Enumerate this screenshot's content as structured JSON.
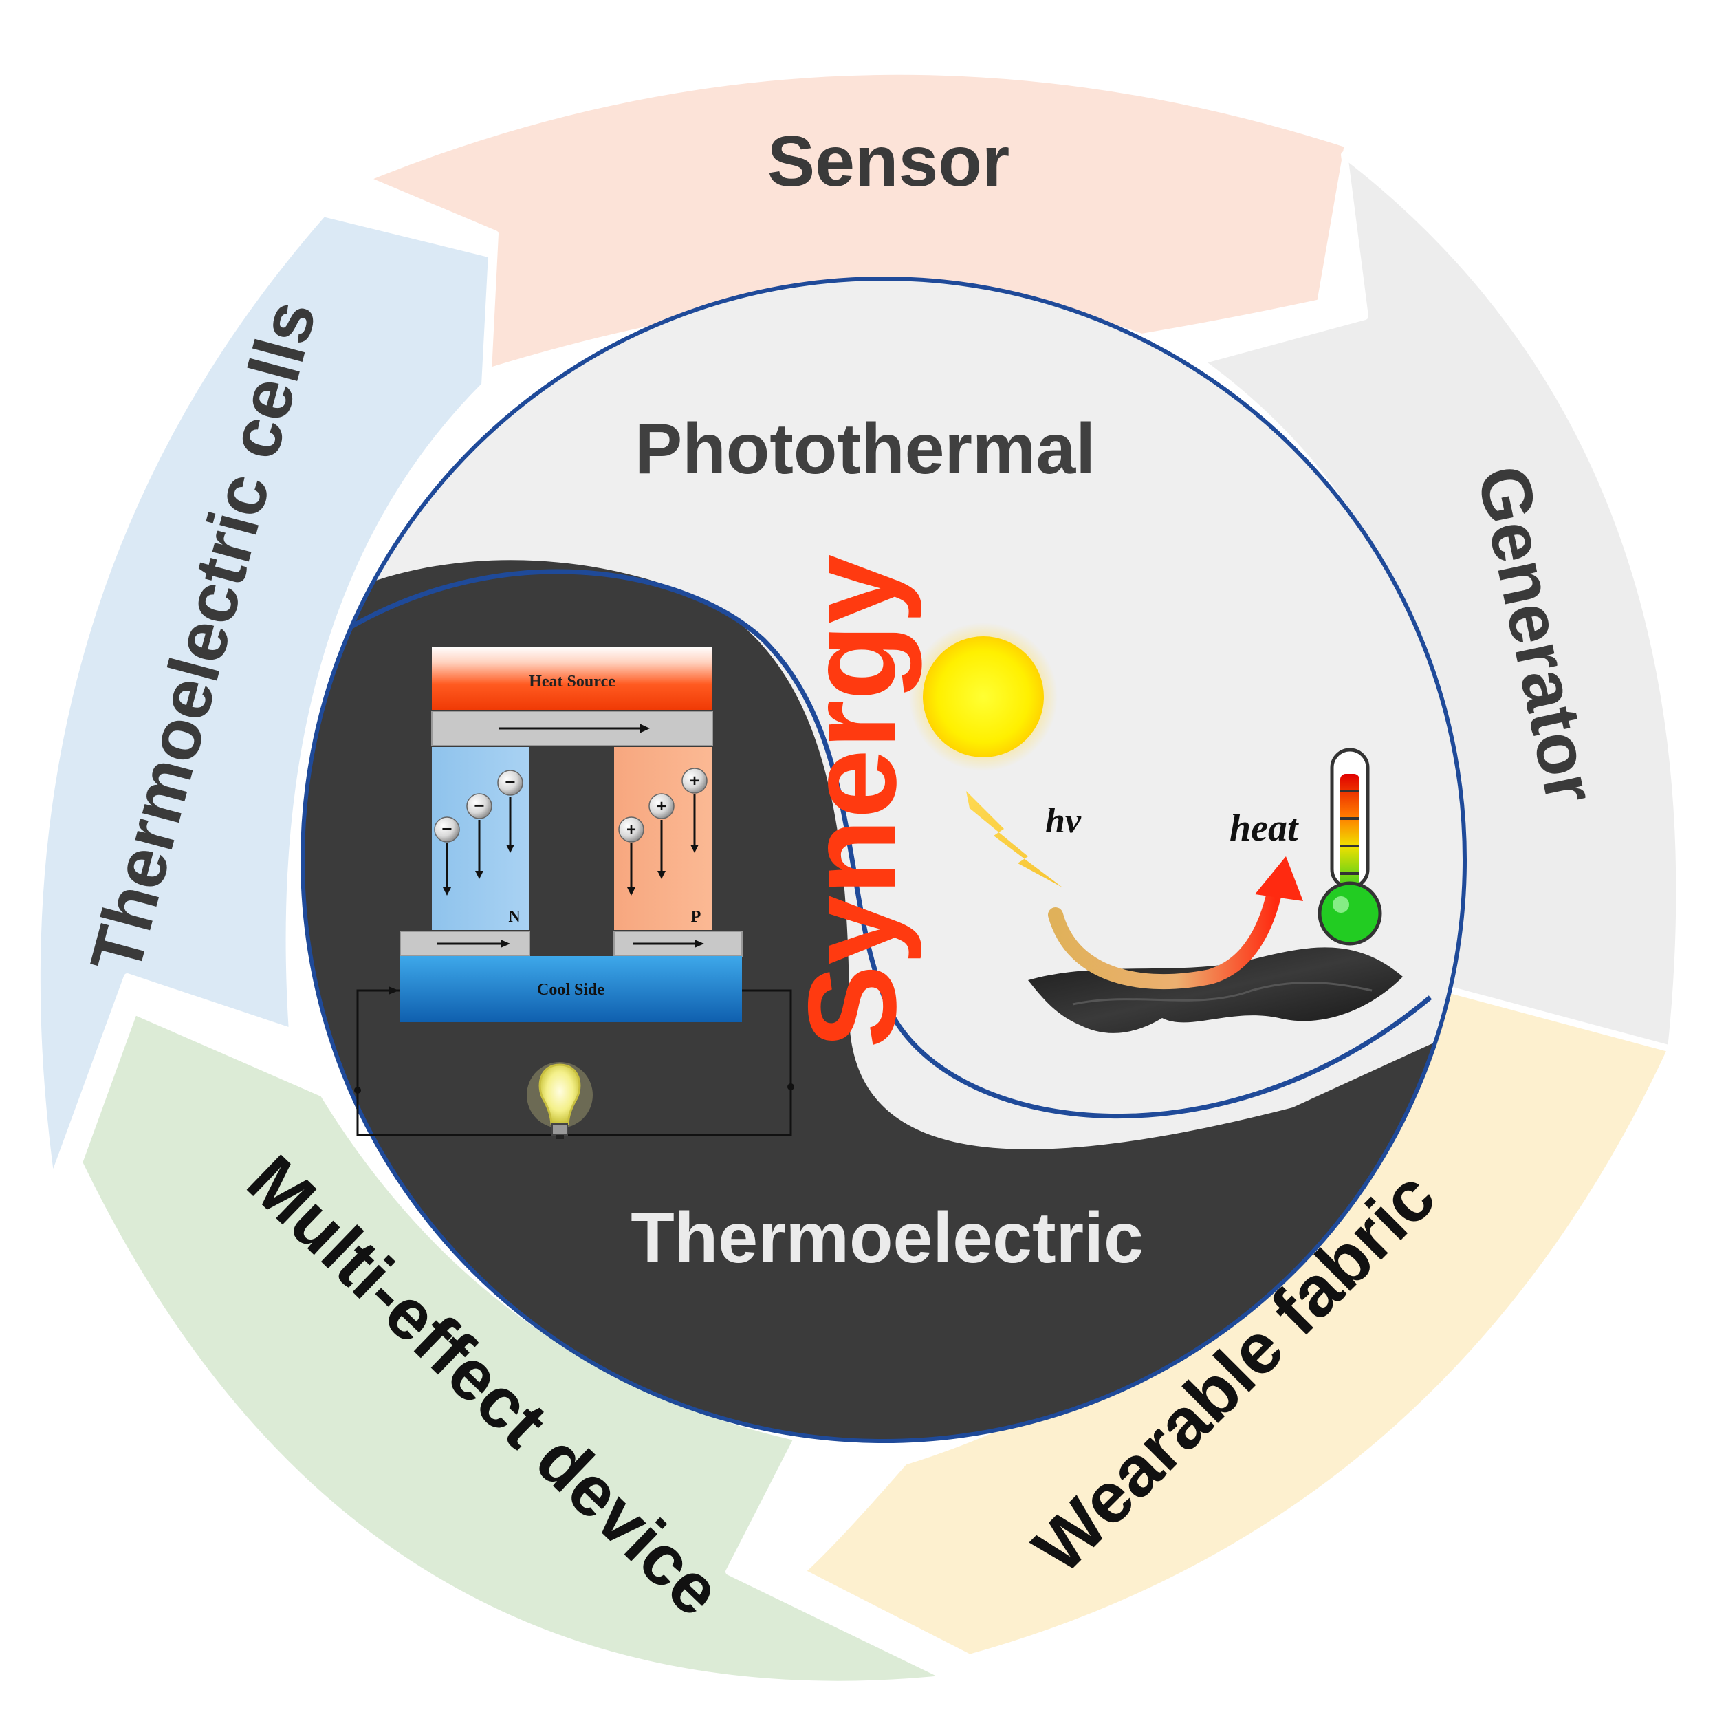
{
  "segments": {
    "sensor": {
      "label": "Sensor",
      "color": "#fce3d8"
    },
    "generator": {
      "label": "Generator",
      "color": "#ededed"
    },
    "wearable": {
      "label": "Wearable fabric",
      "color": "#fdf0cf"
    },
    "multi_effect": {
      "label": "Multi-effect device",
      "color": "#dcebd6"
    },
    "thermoelectric_cells": {
      "label": "Thermoelectric cells",
      "color": "#dbe9f5"
    }
  },
  "center": {
    "photothermal_title": "Photothermal",
    "thermoelectric_title": "Thermoelectric",
    "synergy": "Synergy",
    "synergy_color": "#ff3a10",
    "dark_color": "#3b3b3b",
    "light_color": "#efefef",
    "outline_color": "#1f4a99"
  },
  "te_device": {
    "heat_source": "Heat Source",
    "cool_side": "Cool Side",
    "n_label": "N",
    "p_label": "P",
    "n_charge": "−",
    "p_charge": "+"
  },
  "photothermal": {
    "hv": "hv",
    "heat": "heat"
  }
}
